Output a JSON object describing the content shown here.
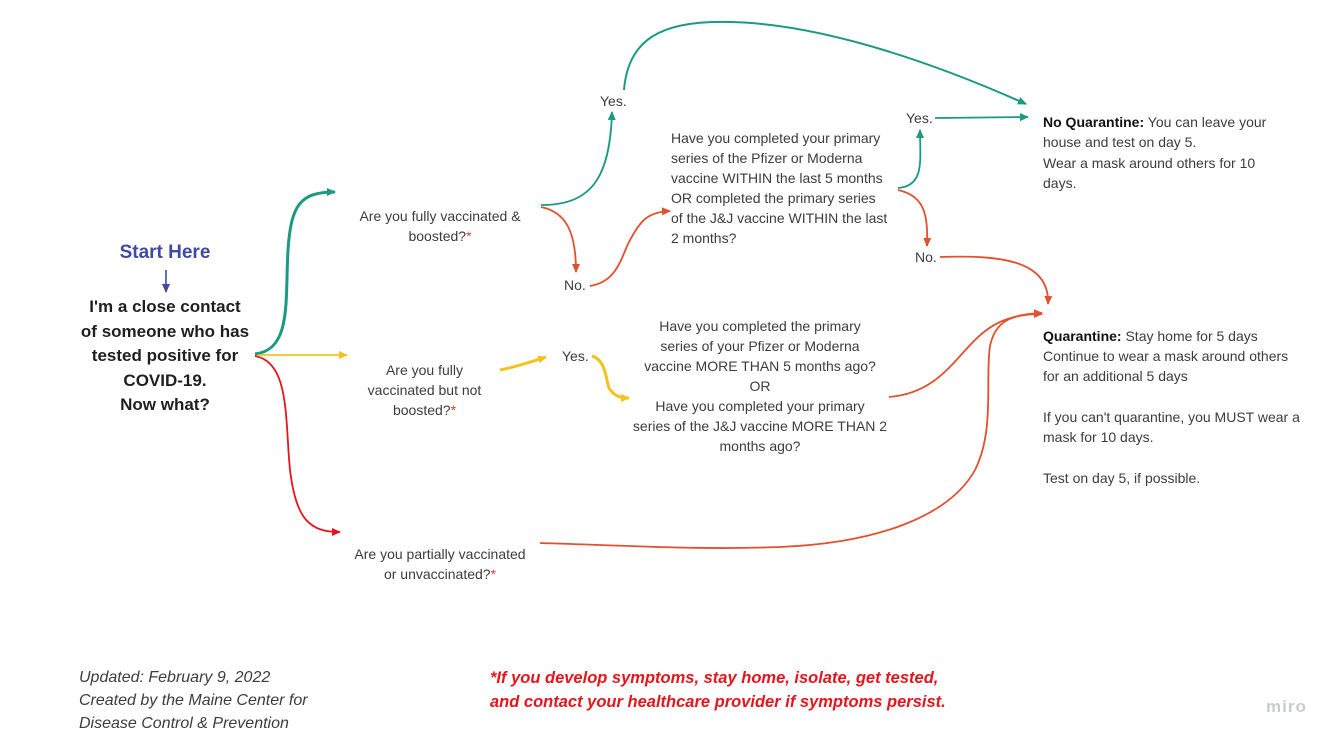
{
  "colors": {
    "green": "#1a9a80",
    "orange": "#e2502e",
    "yellow": "#f4c21c",
    "red": "#e3161e",
    "blue": "#3f4aa6",
    "star": "#e03a2e"
  },
  "start": {
    "title": "Start Here",
    "question": "I'm a close contact\nof someone who has\ntested positive for\nCOVID-19.\nNow what?"
  },
  "branches": {
    "boosted": {
      "text": "Are you fully vaccinated &\nboosted?",
      "star": "*"
    },
    "not_boosted": {
      "text": "Are you fully\nvaccinated but not\nboosted?",
      "star": "*"
    },
    "partial": {
      "text": "Are you partially vaccinated\nor unvaccinated?",
      "star": "*"
    }
  },
  "answers": {
    "yes_top": "Yes.",
    "no_top": "No.",
    "yes_within": "Yes.",
    "no_within": "No.",
    "yes_mid": "Yes."
  },
  "questions": {
    "within": "Have you completed your primary\nseries of the Pfizer or Moderna\nvaccine WITHIN the last 5 months\nOR completed the primary series\nof the J&J vaccine WITHIN the last\n2 months?",
    "more_than": "Have you completed the primary\nseries of your Pfizer or Moderna\nvaccine MORE THAN 5 months ago?\nOR\nHave you completed your primary\nseries of the J&J vaccine MORE THAN 2\nmonths ago?"
  },
  "outcomes": {
    "no_quarantine": {
      "label": "No Quarantine:",
      "line": " You can leave your\nhouse and test on day 5.",
      "extra": "Wear a mask around others for 10\ndays."
    },
    "quarantine": {
      "label": "Quarantine:",
      "line": " Stay home for 5 days",
      "p1": "Continue to wear a mask around others\nfor an additional 5 days",
      "p2": "If you can't quarantine, you MUST wear a\nmask for 10 days.",
      "p3": "Test on day 5, if possible."
    }
  },
  "footer": {
    "updated": "Updated: February 9, 2022\nCreated by the Maine Center for\nDisease Control & Prevention",
    "warning": "*If you develop symptoms, stay home, isolate, get tested,\nand contact your healthcare provider if symptoms persist.",
    "brand": "miro"
  }
}
